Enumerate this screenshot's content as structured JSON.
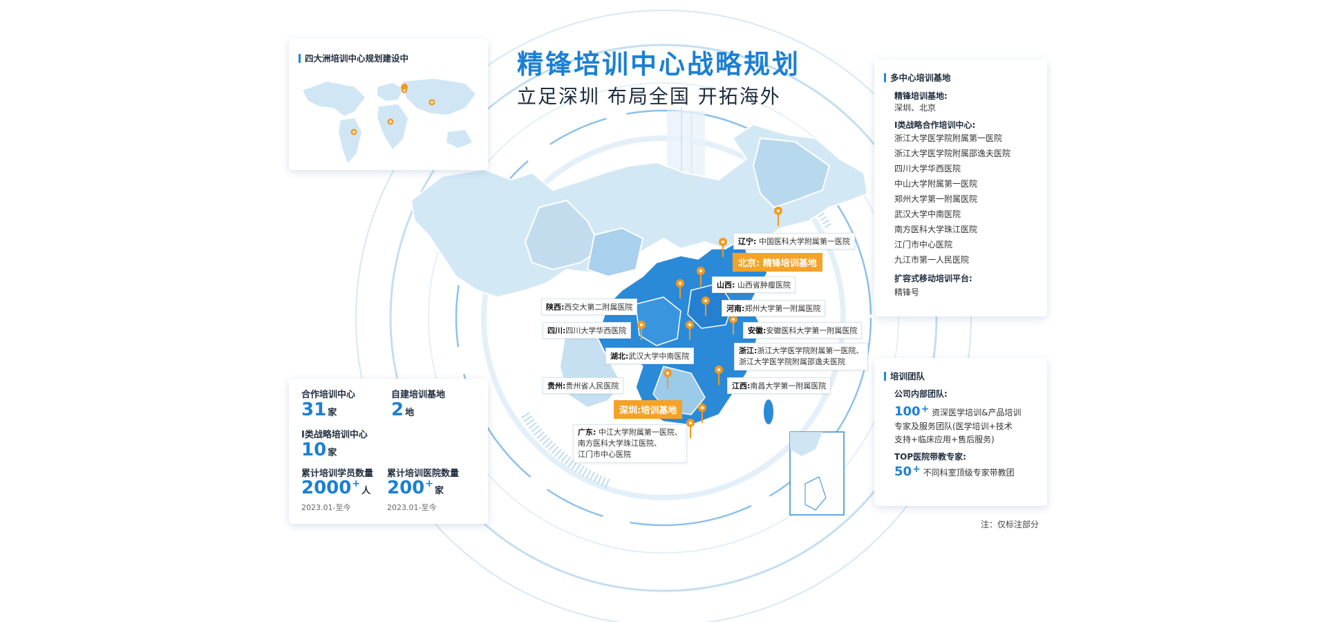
{
  "title": {
    "main": "精锋培训中心战略规划",
    "sub": "立足深圳 布局全国 开拓海外"
  },
  "world_card": {
    "title": "四大洲培训中心规划建设中"
  },
  "stats_card": {
    "items": [
      {
        "label": "合作培训中心",
        "value": "31",
        "unit": "家"
      },
      {
        "label": "自建培训基地",
        "value": "2",
        "unit": "地"
      },
      {
        "label": "I类战略培训中心",
        "value": "10",
        "unit": "家"
      },
      {
        "label": "累计培训学员数量",
        "value": "2000",
        "sup": "+",
        "unit": "人",
        "date": "2023.01-至今"
      },
      {
        "label": "累计培训医院数量",
        "value": "200",
        "sup": "+",
        "unit": "家",
        "date": "2023.01-至今"
      }
    ]
  },
  "multi_card": {
    "title": "多中心培训基地",
    "base_heading": "精锋培训基地:",
    "base_value": "深圳、北京",
    "strategic_heading": "I类战略合作培训中心:",
    "strategic_list": [
      "浙江大学医学院附属第一医院",
      "浙江大学医学院附属邵逸夫医院",
      "四川大学华西医院",
      "中山大学附属第一医院",
      "郑州大学第一附属医院",
      "武汉大学中南医院",
      "南方医科大学珠江医院",
      "江门市中心医院",
      "九江市第一人民医院"
    ],
    "mobile_heading": "扩容式移动培训平台:",
    "mobile_value": "精锋号"
  },
  "team_card": {
    "title": "培训团队",
    "internal_heading": "公司内部团队:",
    "internal_num": "100",
    "internal_sup": "+",
    "internal_line1": "资深医学培训&产品培训",
    "internal_line2": "专家及服务团队(医学培训+技术",
    "internal_line3": "支持+临床应用+售后服务)",
    "top_heading": "TOP医院带教专家:",
    "top_num": "50",
    "top_sup": "+",
    "top_text": "不同科室顶级专家带教团"
  },
  "note": "注：仅标注部分",
  "map_labels": {
    "liaoning": {
      "prov": "辽宁:",
      "text": "中国医科大学附属第一医院"
    },
    "beijing": {
      "prov": "北京:",
      "text": "精锋培训基地"
    },
    "shanxi": {
      "prov": "山西:",
      "text": "山西省肿瘤医院"
    },
    "shaanxi": {
      "prov": "陕西:",
      "text": "西交大第二附属医院"
    },
    "henan": {
      "prov": "河南:",
      "text": "郑州大学第一附属医院"
    },
    "sichuan": {
      "prov": "四川:",
      "text": "四川大学华西医院"
    },
    "anhui": {
      "prov": "安徽:",
      "text": "安徽医科大学第一附属医院"
    },
    "zhejiang": {
      "prov": "浙江:",
      "text": "浙江大学医学院附属第一医院、",
      "text2": "浙江大学医学院附属邵逸夫医院"
    },
    "hubei": {
      "prov": "湖北:",
      "text": "武汉大学中南医院"
    },
    "guizhou": {
      "prov": "贵州:",
      "text": "贵州省人民医院"
    },
    "jiangxi": {
      "prov": "江西:",
      "text": "南昌大学第一附属医院"
    },
    "shenzhen": {
      "prov": "深圳:",
      "text": "培训基地"
    },
    "guangdong": {
      "prov": "广东:",
      "text": "中江大学附属第一医院、",
      "text2": "南方医科大学珠江医院、",
      "text3": "江门市中心医院"
    }
  },
  "colors": {
    "accent": "#1c7fd4",
    "highlight": "#f5a228",
    "map_dark": "#2b8ad8",
    "map_light": "#cfe5f3"
  }
}
